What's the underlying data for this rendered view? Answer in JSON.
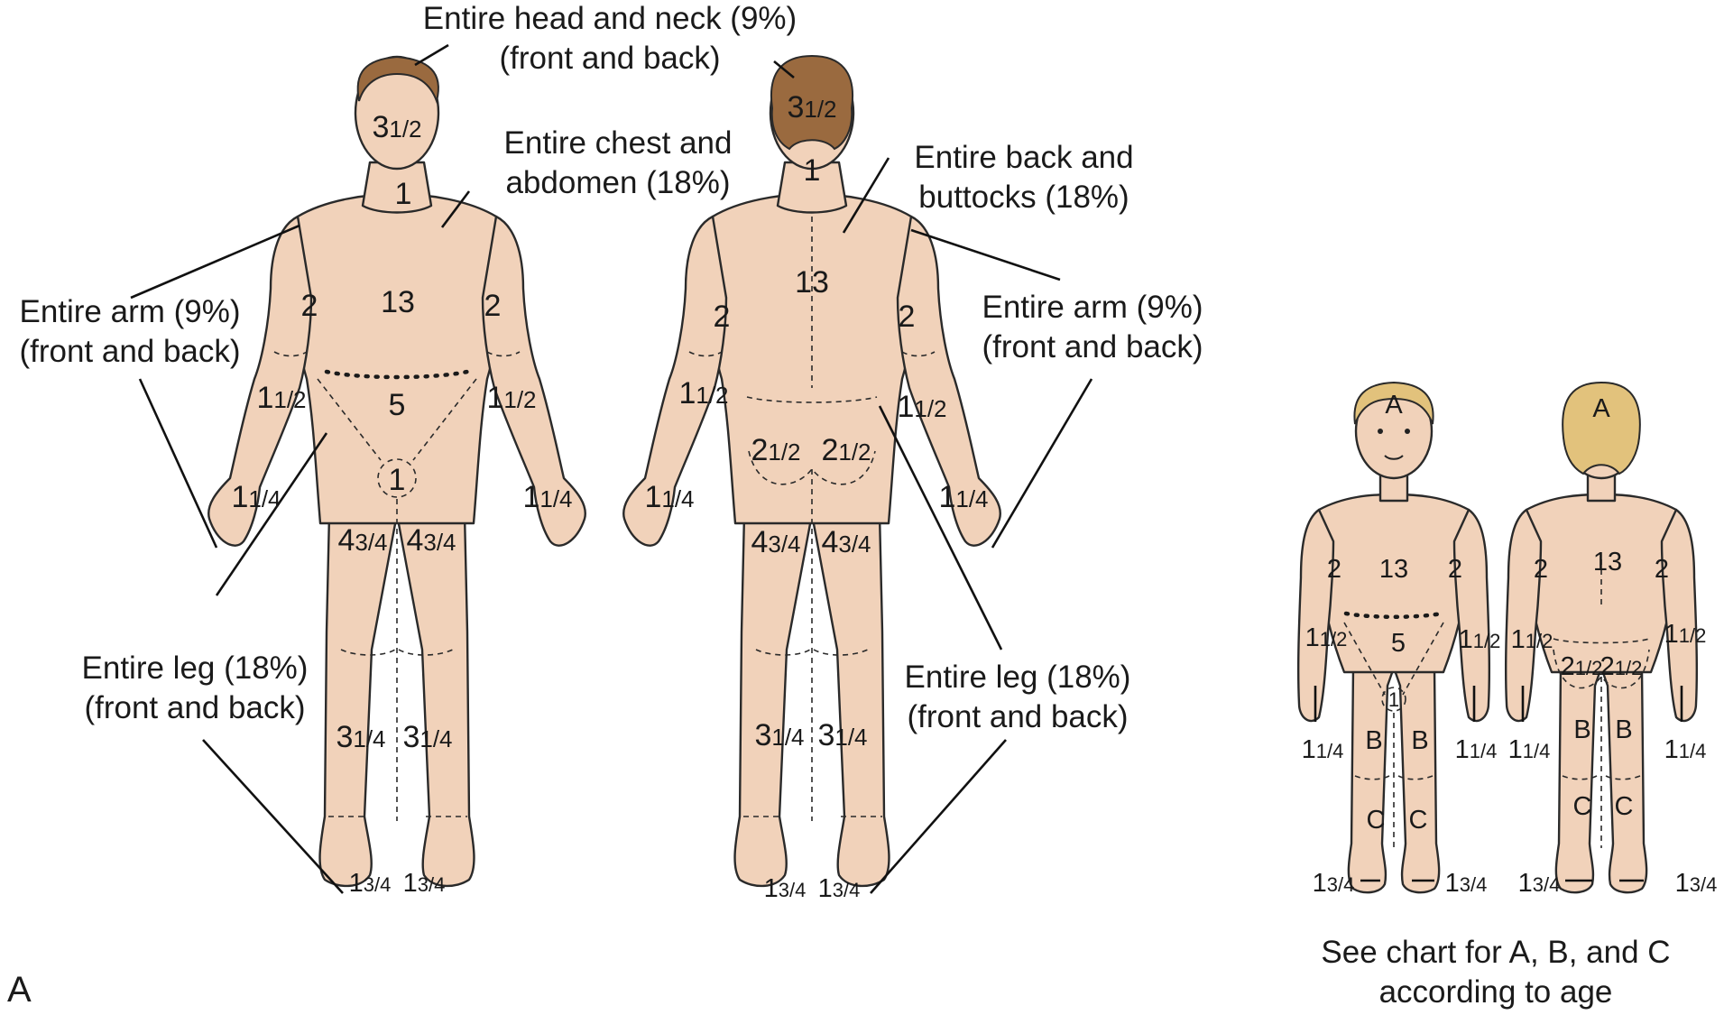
{
  "figure_letter": "A",
  "adult_front_labels": {
    "head": "Entire head and neck (9%)",
    "head_2": "(front and back)",
    "chest": "Entire chest and",
    "chest_2": "abdomen (18%)",
    "arm": "Entire arm (9%)",
    "arm_2": "(front and back)",
    "leg": "Entire leg (18%)",
    "leg_2": "(front and back)"
  },
  "adult_back_labels": {
    "back": "Entire back and",
    "back_2": "buttocks (18%)",
    "arm": "Entire arm (9%)",
    "arm_2": "(front and back)",
    "leg": "Entire leg (18%)",
    "leg_2": "(front and back)"
  },
  "child_caption": {
    "line1": "See chart for A, B, and C",
    "line2": "according to age"
  },
  "adult_front_values": {
    "head": {
      "whole": "3",
      "frac": "1/2"
    },
    "neck": "1",
    "chest": "13",
    "upper_arm_left": "2",
    "upper_arm_right": "2",
    "abdomen": "5",
    "genitals": "1",
    "forearm_left": {
      "whole": "1",
      "frac": "1/2"
    },
    "forearm_right": {
      "whole": "1",
      "frac": "1/2"
    },
    "hand_left": {
      "whole": "1",
      "frac": "1/4"
    },
    "hand_right": {
      "whole": "1",
      "frac": "1/4"
    },
    "thigh_left": {
      "whole": "4",
      "frac": "3/4"
    },
    "thigh_right": {
      "whole": "4",
      "frac": "3/4"
    },
    "lower_leg_left": {
      "whole": "3",
      "frac": "1/4"
    },
    "lower_leg_right": {
      "whole": "3",
      "frac": "1/4"
    },
    "foot_left": {
      "whole": "1",
      "frac": "3/4"
    },
    "foot_right": {
      "whole": "1",
      "frac": "3/4"
    }
  },
  "adult_back_values": {
    "head": {
      "whole": "3",
      "frac": "1/2"
    },
    "neck": "1",
    "back": "13",
    "upper_arm_left": "2",
    "upper_arm_right": "2",
    "forearm_left": {
      "whole": "1",
      "frac": "1/2"
    },
    "forearm_right": {
      "whole": "1",
      "frac": "1/2"
    },
    "buttock_left": {
      "whole": "2",
      "frac": "1/2"
    },
    "buttock_right": {
      "whole": "2",
      "frac": "1/2"
    },
    "hand_left": {
      "whole": "1",
      "frac": "1/4"
    },
    "hand_right": {
      "whole": "1",
      "frac": "1/4"
    },
    "thigh_left": {
      "whole": "4",
      "frac": "3/4"
    },
    "thigh_right": {
      "whole": "4",
      "frac": "3/4"
    },
    "lower_leg_left": {
      "whole": "3",
      "frac": "1/4"
    },
    "lower_leg_right": {
      "whole": "3",
      "frac": "1/4"
    },
    "foot_left": {
      "whole": "1",
      "frac": "3/4"
    },
    "foot_right": {
      "whole": "1",
      "frac": "3/4"
    }
  },
  "child_front_values": {
    "head": "A",
    "chest": "13",
    "upper_arm_left": "2",
    "upper_arm_right": "2",
    "abdomen": "5",
    "genitals": "1",
    "forearm_left": {
      "whole": "1",
      "frac": "1/2"
    },
    "forearm_right": {
      "whole": "1",
      "frac": "1/2"
    },
    "hand_left": {
      "whole": "1",
      "frac": "1/4"
    },
    "hand_right": {
      "whole": "1",
      "frac": "1/4"
    },
    "thigh_left": "B",
    "thigh_right": "B",
    "lower_leg_left": "C",
    "lower_leg_right": "C",
    "foot_left": {
      "whole": "1",
      "frac": "3/4"
    },
    "foot_right": {
      "whole": "1",
      "frac": "3/4"
    }
  },
  "child_back_values": {
    "head": "A",
    "back": "13",
    "upper_arm_left": "2",
    "upper_arm_right": "2",
    "forearm_left": {
      "whole": "1",
      "frac": "1/2"
    },
    "forearm_right": {
      "whole": "1",
      "frac": "1/2"
    },
    "buttock_left": {
      "whole": "2",
      "frac": "1/2"
    },
    "buttock_right": {
      "whole": "2",
      "frac": "1/2"
    },
    "hand_left": {
      "whole": "1",
      "frac": "1/4"
    },
    "hand_right": {
      "whole": "1",
      "frac": "1/4"
    },
    "thigh_left": "B",
    "thigh_right": "B",
    "lower_leg_left": "C",
    "lower_leg_right": "C",
    "foot_left": {
      "whole": "1",
      "frac": "3/4"
    },
    "foot_right": {
      "whole": "1",
      "frac": "3/4"
    }
  },
  "colors": {
    "skin": "#f1d2ba",
    "hair_adult": "#9a6a3f",
    "hair_child": "#e2c27c",
    "outline": "#2a2a2a"
  }
}
